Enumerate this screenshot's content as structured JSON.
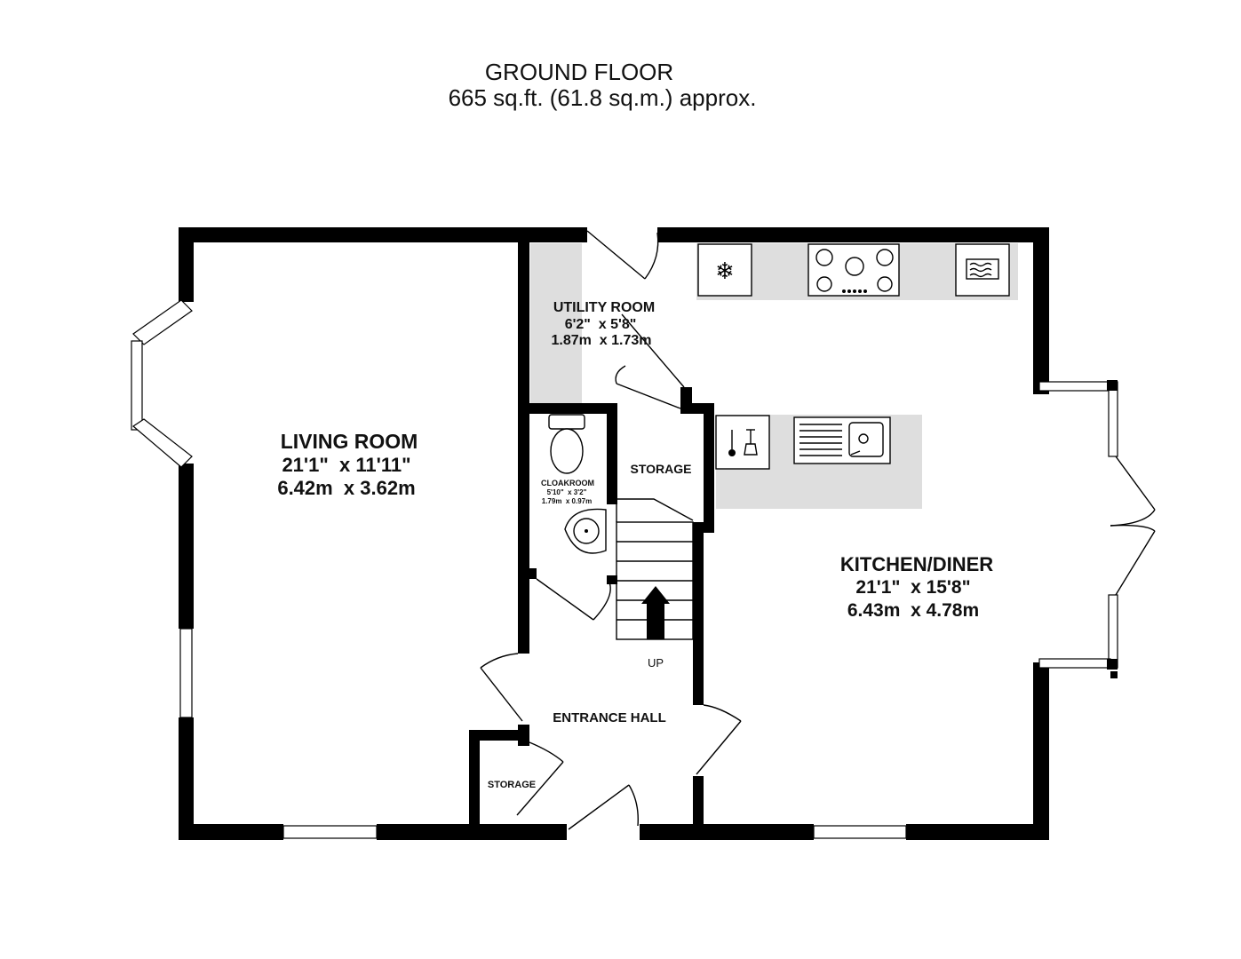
{
  "header": {
    "title": "GROUND FLOOR",
    "area": "665 sq.ft. (61.8 sq.m.) approx."
  },
  "rooms": {
    "living": {
      "name": "LIVING ROOM",
      "imperial": "21'1\"  x 11'11\"",
      "metric": "6.42m  x 3.62m"
    },
    "utility": {
      "name": "UTILITY ROOM",
      "imperial": "6'2\"  x 5'8\"",
      "metric": "1.87m  x 1.73m"
    },
    "kitchen": {
      "name": "KITCHEN/DINER",
      "imperial": "21'1\"  x 15'8\"",
      "metric": "6.43m  x 4.78m"
    },
    "cloakroom": {
      "name": "CLOAKROOM",
      "imperial": "5'10\"  x 3'2\"",
      "metric": "1.79m  x 0.97m"
    },
    "storage_upper": {
      "name": "STORAGE"
    },
    "storage_lower": {
      "name": "STORAGE"
    },
    "entrance": {
      "name": "ENTRANCE HALL"
    },
    "stairs": {
      "label": "UP"
    }
  },
  "icons": [
    "snowflake-icon",
    "hob-icon",
    "oven-icon",
    "sink-icon",
    "washer-icon",
    "toilet-icon",
    "basin-icon",
    "stairs-arrow-icon"
  ]
}
